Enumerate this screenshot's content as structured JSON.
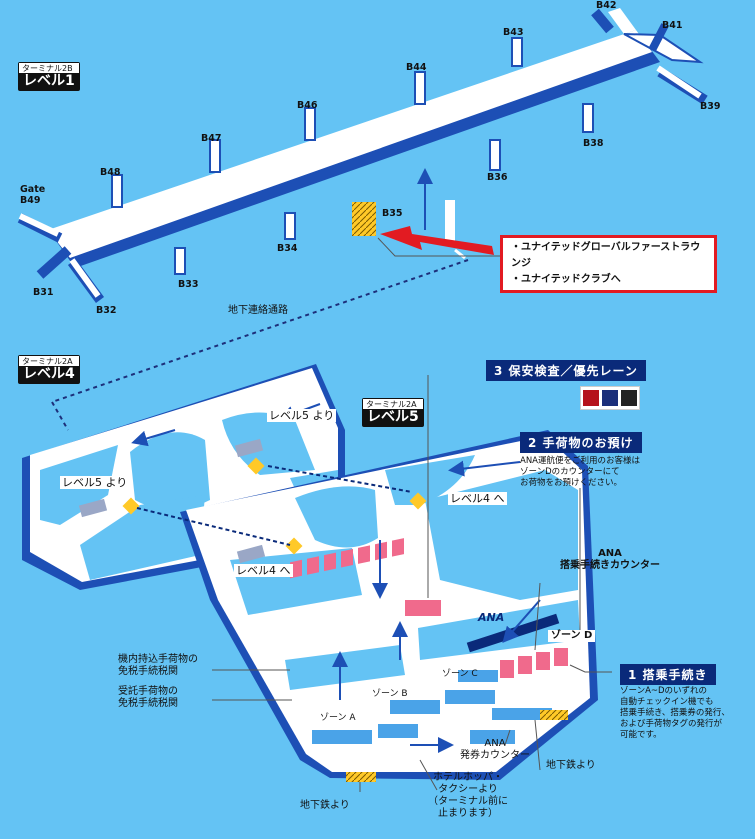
{
  "terminal_2b": {
    "terminal": "ターミナル2B",
    "level": "レベル1"
  },
  "terminal_2a_l4": {
    "terminal": "ターミナル2A",
    "level": "レベル4"
  },
  "terminal_2a_l5": {
    "terminal": "ターミナル2A",
    "level": "レベル5"
  },
  "gates": {
    "b42": "B42",
    "b41": "B41",
    "b43": "B43",
    "b44": "B44",
    "b39": "B39",
    "b46": "B46",
    "b38": "B38",
    "b47": "B47",
    "b48": "B48",
    "b36": "B36",
    "gate_word": "Gate",
    "b49": "B49",
    "b35": "B35",
    "b34": "B34",
    "b33": "B33",
    "b31": "B31",
    "b32": "B32"
  },
  "callout": {
    "line1": "・ユナイテッドグローバルファーストラウンジ",
    "line2": "・ユナイテッドクラブへ"
  },
  "underground_passage": "地下連絡通路",
  "level_labels": {
    "from_l5_top": "レベル5 より",
    "from_l5_left": "レベル5 より",
    "to_l4_right": "レベル4 へ",
    "to_l4_left": "レベル4 へ"
  },
  "steps": {
    "s3": "3 保安検査／優先レーン",
    "s2": "2 手荷物のお預け",
    "s1": "1 搭乗手続き"
  },
  "notes": {
    "s2_note": "ANA運航便をご利用のお客様は\nゾーンDのカウンターにて\nお荷物をお預けください。",
    "s1_note": "ゾーンA~Dのいずれの\n自動チェックイン機でも\n搭乗手続き、搭乗券の発行、\nおよび手荷物タグの発行が\n可能です。"
  },
  "labels": {
    "ana_checkin": "ANA\n搭乗手続きカウンター",
    "ana_ticket": "ANA\n発券カウンター",
    "carry_on_tax": "機内持込手荷物の\n免税手続税関",
    "checked_tax": "受託手荷物の\n免税手続税関",
    "zone_a": "ゾーン A",
    "zone_b": "ゾーン B",
    "zone_c": "ゾーン C",
    "zone_d": "ゾーン D",
    "ana_logo": "ANA",
    "hotel_taxi": "ホテルホッパ・\nタクシーより\n（ターミナル前に\n止まります）",
    "subway_right": "地下鉄より",
    "subway_left": "地下鉄より"
  },
  "colors": {
    "sky": "#64c3f4",
    "floor": "#ffffff",
    "wall": "#1d4fb5",
    "accent_red": "#e21b22",
    "counter_pink": "#f06a8c",
    "kiosk_blue": "#4aa3e8",
    "escalator_yellow": "#ffc928",
    "navy": "#0a2a7a"
  },
  "icons": {
    "escalator": "escalator-icon",
    "arrow": "arrow-icon"
  }
}
